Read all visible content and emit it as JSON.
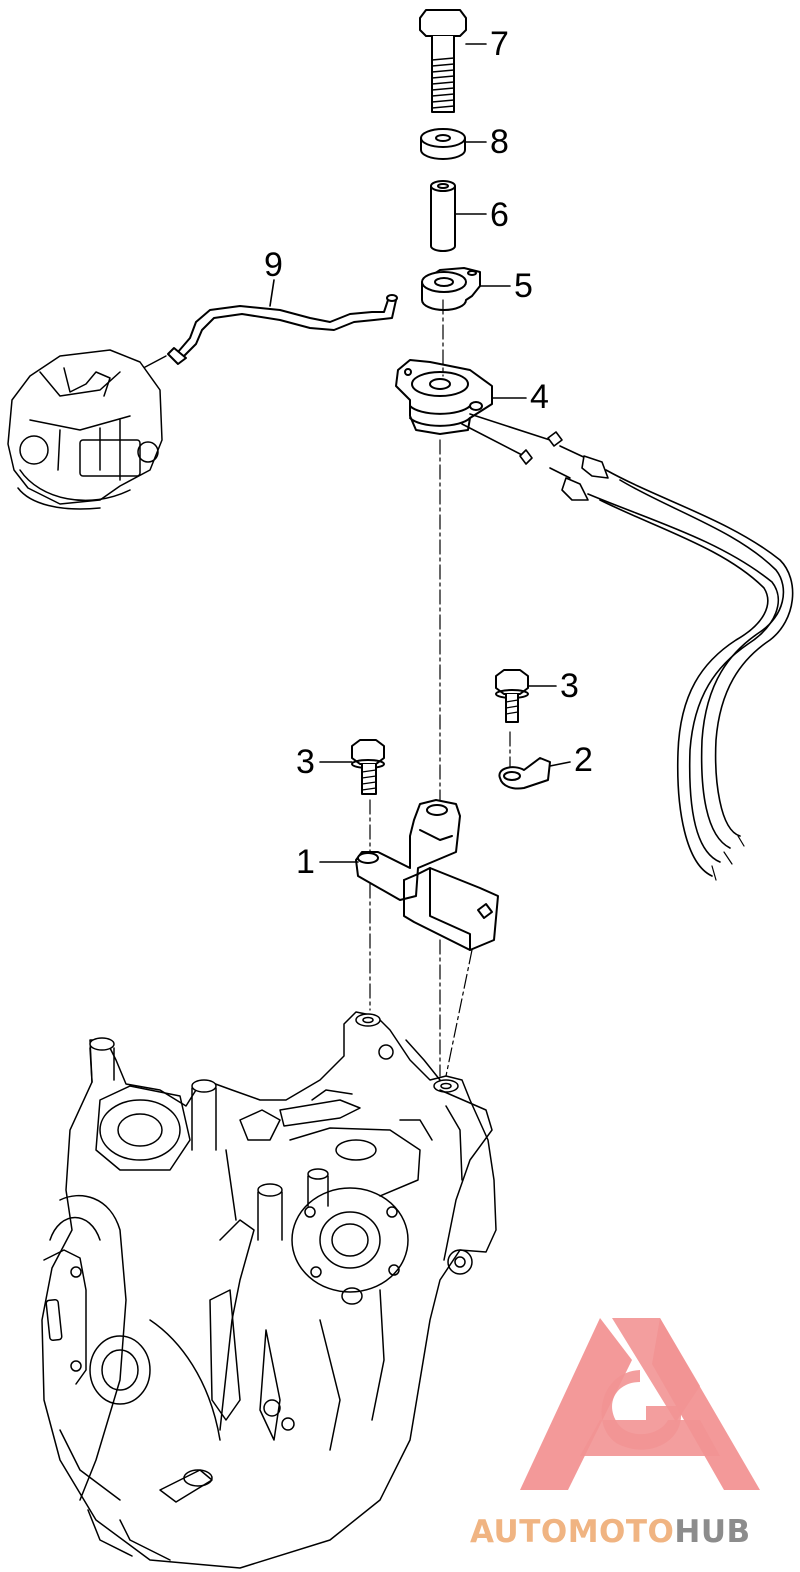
{
  "callouts": [
    {
      "id": "1",
      "label": "1"
    },
    {
      "id": "2",
      "label": "2"
    },
    {
      "id": "3a",
      "label": "3"
    },
    {
      "id": "3b",
      "label": "3"
    },
    {
      "id": "4",
      "label": "4"
    },
    {
      "id": "5",
      "label": "5"
    },
    {
      "id": "6",
      "label": "6"
    },
    {
      "id": "7",
      "label": "7"
    },
    {
      "id": "8",
      "label": "8"
    },
    {
      "id": "9",
      "label": "9"
    }
  ],
  "watermark": {
    "text_part1": "AUTOMOTO",
    "text_part2": "HUB",
    "color_triangle": "#f29494",
    "color_part1": "#f0b482",
    "color_part2": "#8c8c8c"
  }
}
